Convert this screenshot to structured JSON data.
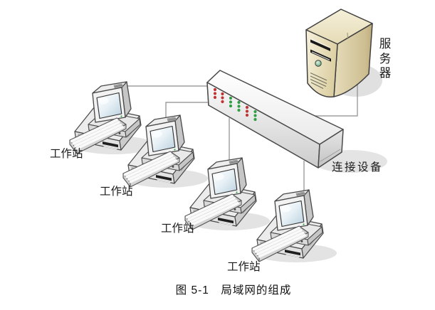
{
  "figure": {
    "caption": "图 5-1　局域网的组成",
    "nodes": {
      "workstations": [
        {
          "label": "工作站"
        },
        {
          "label": "工作站"
        },
        {
          "label": "工作站"
        },
        {
          "label": "工作站"
        }
      ],
      "server": {
        "label": "服务器"
      },
      "switch": {
        "label": "连接设备",
        "leds": {
          "columns": [
            "red",
            "red",
            "green",
            "green",
            "red",
            "green"
          ],
          "dots_per_column": 3
        }
      }
    },
    "connections": [
      "workstation-1 to switch",
      "workstation-2 to switch",
      "workstation-3 to switch",
      "workstation-4 to switch",
      "server to switch"
    ],
    "colors": {
      "led_red": "#c03434",
      "led_green": "#2f9e44",
      "server_beige": "#e3d7ae",
      "device_grey": "#e8e8e8",
      "connector_line": "#8c8c8c",
      "label_text": "#1a1a1a",
      "background": "#ffffff"
    }
  }
}
